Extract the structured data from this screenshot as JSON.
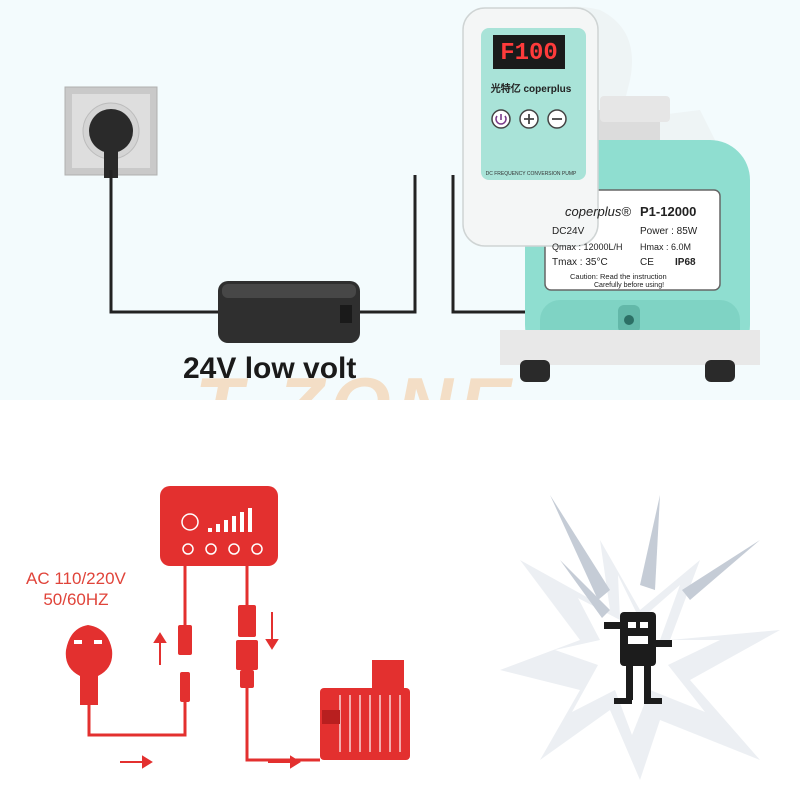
{
  "top_panel": {
    "caption": "24V low volt",
    "watermark": "T-ZONE",
    "controller": {
      "display": "F100",
      "brand": "光特亿 coperplus",
      "subtitle": "DC FREQUENCY CONVERSION PUMP"
    },
    "pump_label": {
      "brand": "coperplus®",
      "model": "P1-12000",
      "dc": "DC24V",
      "power": "Power : 85W",
      "qmax": "Qmax : 12000L/H",
      "hmax": "Hmax : 6.0M",
      "tmax": "Tmax : 35°C",
      "marks": "CE",
      "ip": "IP68",
      "caution": "Caution: Read the instruction",
      "caution2": "Carefully before using!"
    }
  },
  "bottom_panel": {
    "ac_line1": "AC 110/220V",
    "ac_line2": "50/60HZ"
  },
  "colors": {
    "red": "#e3302f",
    "teal": "#8fded0",
    "cable": "#222222"
  }
}
